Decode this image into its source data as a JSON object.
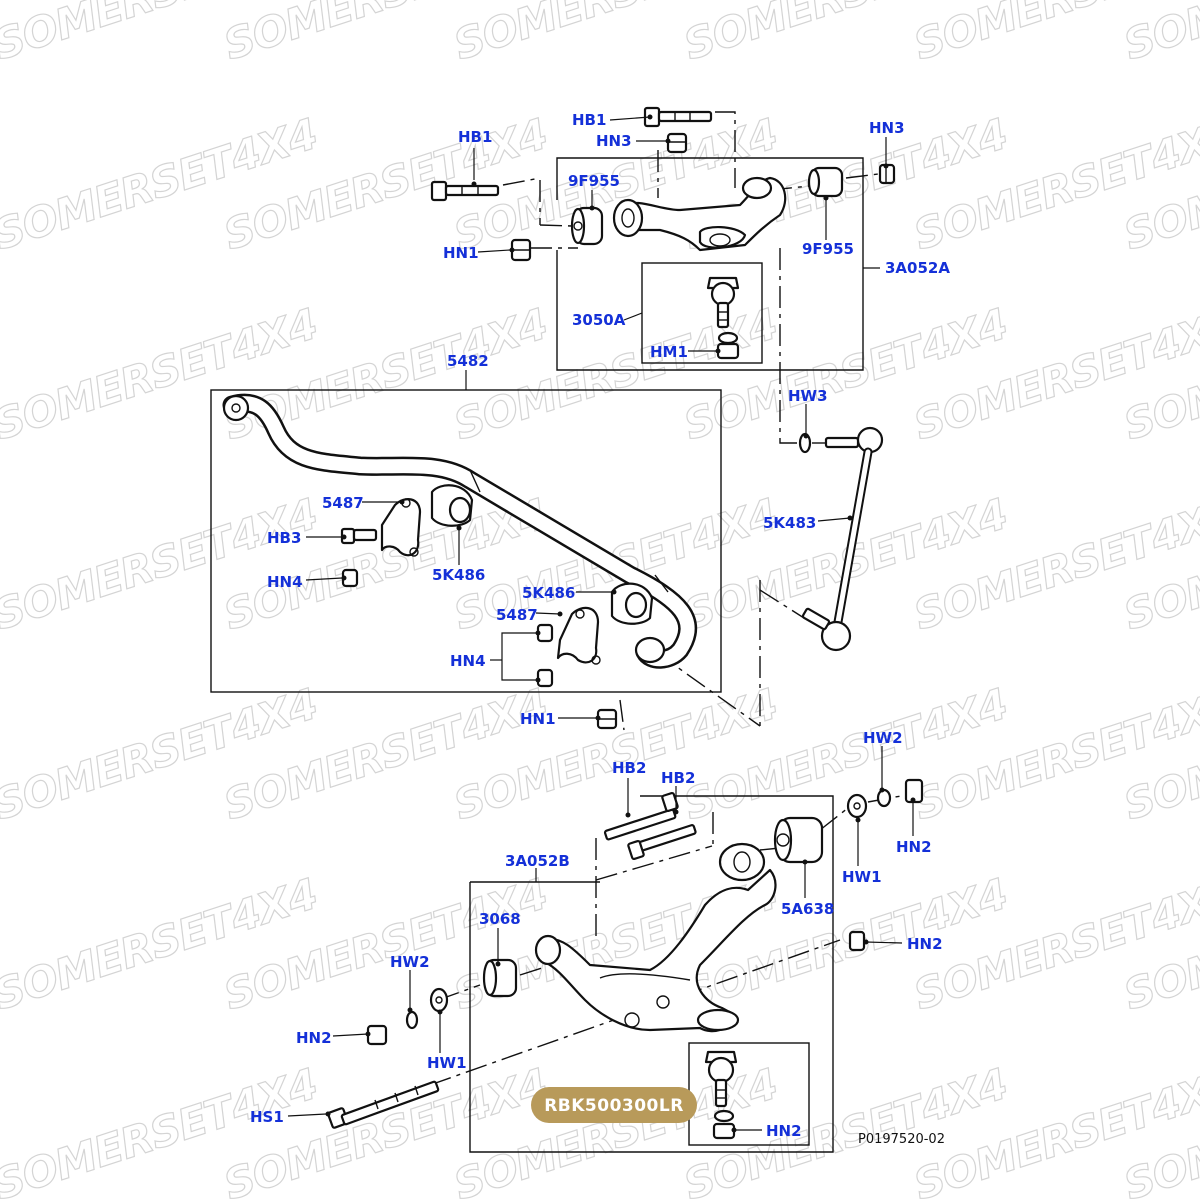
{
  "watermark": "SOMERSET4X4",
  "labels": {
    "upper_hb1_top": "HB1",
    "upper_hn3_left": "HN3",
    "upper_hn3_right": "HN3",
    "upper_hb1_left": "HB1",
    "upper_9f955_left": "9F955",
    "upper_9f955_right": "9F955",
    "upper_hn1": "HN1",
    "upper_3a052a": "3A052A",
    "upper_3050a": "3050A",
    "upper_hm1": "HM1",
    "bar_5482": "5482",
    "bar_5487_upper": "5487",
    "bar_hb3": "HB3",
    "bar_5k486_upper": "5K486",
    "bar_hn4_upper": "HN4",
    "bar_5k486_lower": "5K486",
    "bar_5487_lower": "5487",
    "bar_hn4_lower": "HN4",
    "link_hw3": "HW3",
    "link_5k483": "5K483",
    "mid_hn1": "HN1",
    "lower_hb2_left": "HB2",
    "lower_hb2_right": "HB2",
    "lower_hw2_right": "HW2",
    "lower_hn2_right_top": "HN2",
    "lower_hw1_right": "HW1",
    "lower_3a052b": "3A052B",
    "lower_5a638": "5A638",
    "lower_3068": "3068",
    "lower_hn2_mid": "HN2",
    "lower_hw2_left": "HW2",
    "lower_hn2_left": "HN2",
    "lower_hw1_left": "HW1",
    "lower_hs1": "HS1",
    "lower_hn2_balljoint": "HN2"
  },
  "part_number_badge": "RBK500300LR",
  "reference_code": "P0197520-02"
}
